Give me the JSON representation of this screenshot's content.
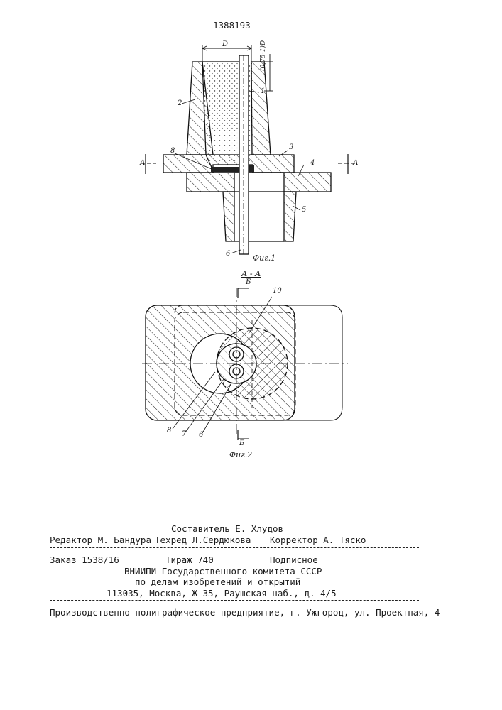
{
  "patent_number": "1388193",
  "fig1": {
    "caption": "Фиг.1",
    "dim_D": "D",
    "dim_side": "(0,75-1)D",
    "section_marker": "А",
    "callouts": [
      "1",
      "2",
      "3",
      "4",
      "5",
      "6",
      "8"
    ]
  },
  "fig2": {
    "caption": "Фиг.2",
    "section_title": "А - А",
    "section_marker": "Б",
    "callouts": [
      "10",
      "8",
      "7",
      "6"
    ]
  },
  "credits": {
    "compiler": "Составитель Е. Хлудов",
    "editor": "Редактор М. Бандура",
    "techred": "Техред Л.Сердюкова",
    "corrector": "Корректор А. Тяско"
  },
  "order": {
    "order": "Заказ 1538/16",
    "circulation": "Тираж 740",
    "subscription": "Подписное"
  },
  "institute": {
    "line1": "ВНИИПИ Государственного комитета СССР",
    "line2": "по делам изобретений и открытий",
    "line3": "113035, Москва, Ж-35, Раушская наб., д. 4/5"
  },
  "printer": "Производственно-полиграфическое предприятие, г. Ужгород, ул. Проектная, 4"
}
